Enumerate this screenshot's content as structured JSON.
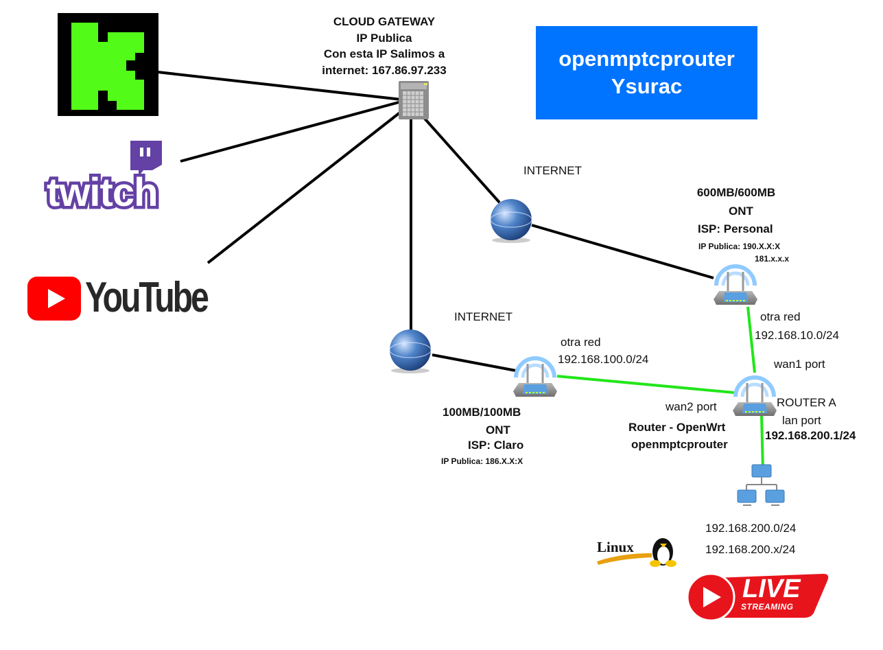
{
  "gateway": {
    "title": "CLOUD GATEWAY",
    "line2": "IP Publica",
    "line3": "Con esta IP Salimos a",
    "line4": "internet: 167.86.97.233"
  },
  "banner": {
    "line1": "openmptcprouter",
    "line2": "Ysurac",
    "color": "#0073ff"
  },
  "services": {
    "kick": "K",
    "twitch": "twitch",
    "youtube": "YouTube"
  },
  "internet_top": "INTERNET",
  "internet_bottom": "INTERNET",
  "ont_personal": {
    "speed": "600MB/600MB",
    "type": "ONT",
    "isp": "ISP: Personal",
    "ip": "IP Publica: 190.X.X:X",
    "ip2": "181.x.x.x"
  },
  "ont_claro": {
    "speed": "100MB/100MB",
    "type": "ONT",
    "isp": "ISP: Claro",
    "ip": "IP Publica: 186.X.X:X"
  },
  "net_personal": {
    "label": "otra red",
    "cidr": "192.168.10.0/24"
  },
  "net_claro": {
    "label": "otra red",
    "cidr": "192.168.100.0/24"
  },
  "router": {
    "wan1": "wan1 port",
    "wan2": "wan2 port",
    "name": "ROUTER A",
    "lan": "lan port",
    "lan_ip": "192.168.200.1/24",
    "desc1": "Router - OpenWrt",
    "desc2": "openmptcprouter"
  },
  "lan": {
    "net": "192.168.200.0/24",
    "hosts": "192.168.200.x/24"
  },
  "logos": {
    "linux": "Linux",
    "live": "LIVE",
    "streaming": "STREAMING"
  },
  "colors": {
    "wan_link": "#22e61a",
    "wire": "#000000",
    "kick_green": "#53fc18",
    "twitch_purple": "#6441a5",
    "youtube_red": "#ff0000",
    "live_red": "#e8141c"
  }
}
